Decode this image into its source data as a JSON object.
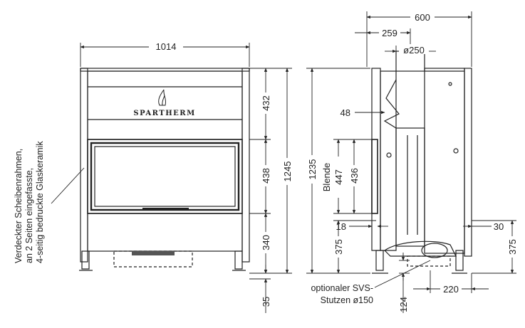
{
  "brand": "SPARTHERM",
  "front_view": {
    "width": "1014",
    "heights": {
      "top": "432",
      "glass": "438",
      "bottom": "340",
      "total": "1245",
      "foot": "35"
    }
  },
  "side_view": {
    "depth": "600",
    "flue_offset": "259",
    "flue_diameter": "ø250",
    "deflector": "48",
    "height_total": "1235",
    "blende_label": "Blende",
    "blende_height": "447",
    "panel_height": "436",
    "panel_offset": "18",
    "base_height_left": "375",
    "base_height_right": "375",
    "rear_offset": "30",
    "rear_width": "220",
    "stub_height": "124"
  },
  "annotations": {
    "glass_note": [
      "Verdeckter Scheibenrahmen,",
      "an 2 Seiten eingefasste,",
      "4-seitig bedruckte Glaskeramik"
    ],
    "svs_note": [
      "optionaler SVS-",
      "Stutzen ø150"
    ]
  }
}
